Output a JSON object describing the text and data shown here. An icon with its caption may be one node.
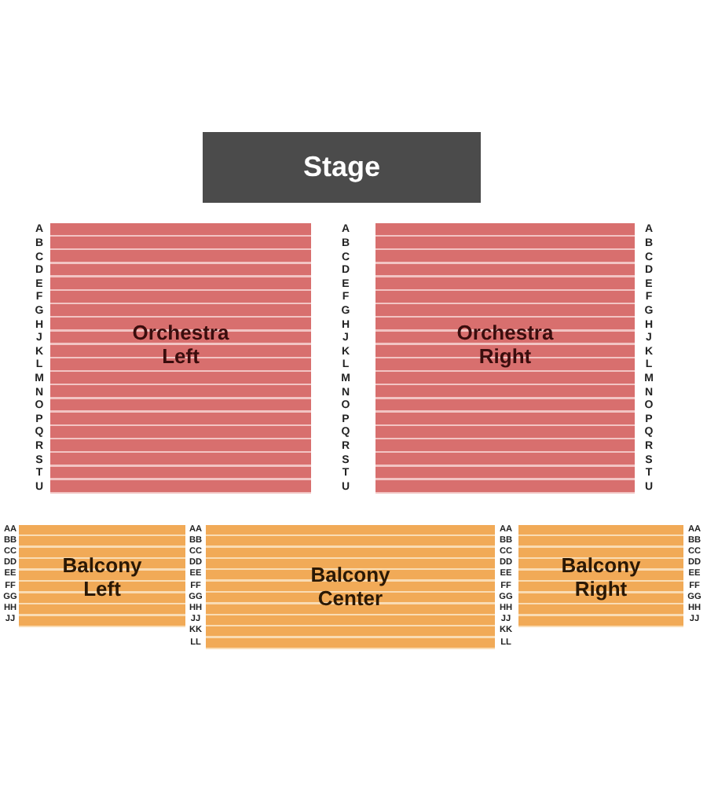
{
  "diagram": {
    "nodes": [
      {
        "text": [
          "Stage"
        ]
      },
      {
        "text": [
          "Orchestra Left"
        ]
      },
      {
        "text": [
          "Orchestra Right"
        ]
      },
      {
        "text": [
          "Balcony Left"
        ]
      },
      {
        "text": [
          "Balcony Center"
        ]
      },
      {
        "text": [
          "Balcony Right"
        ]
      }
    ],
    "labels": [
      "A",
      "A",
      "A",
      "B",
      "B",
      "B",
      "C",
      "C",
      "C",
      "D",
      "D",
      "D",
      "E",
      "E",
      "E",
      "F",
      "F",
      "F",
      "G",
      "G",
      "G",
      "H",
      "H",
      "H",
      "J",
      "J",
      "J",
      "K",
      "K",
      "K",
      "L",
      "L",
      "L",
      "M",
      "M",
      "M",
      "N",
      "N",
      "N",
      "O",
      "O",
      "O",
      "P",
      "P",
      "P",
      "Q",
      "Q",
      "Q",
      "R",
      "R",
      "R",
      "S",
      "S",
      "S",
      "T",
      "T",
      "T",
      "U",
      "U",
      "U",
      "AA",
      "AA",
      "AA",
      "AA",
      "BB",
      "BB",
      "BB",
      "BB",
      "CC",
      "CC",
      "CC",
      "CC",
      "DD",
      "DD",
      "DD",
      "DD",
      "EE",
      "EE",
      "EE",
      "EE",
      "FF",
      "FF",
      "FF",
      "FF",
      "GG",
      "GG",
      "GG",
      "GG",
      "HH",
      "HH",
      "HH",
      "HH",
      "JJ",
      "JJ",
      "JJ",
      "JJ",
      "KK",
      "KK",
      "LL",
      "LL"
    ]
  }
}
